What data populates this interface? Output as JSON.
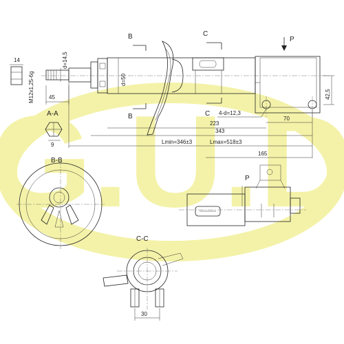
{
  "watermark": {
    "text": "G.U.D",
    "color": "#f4f2a8"
  },
  "colors": {
    "line": "#222222",
    "background": "#ffffff"
  },
  "main_view": {
    "section_markers": {
      "b_top": "B",
      "b_bottom": "B",
      "c_top": "C",
      "c_bottom": "C",
      "p": "P"
    },
    "dims": {
      "top_width": "14",
      "rod_dia": "d=14,5",
      "thread": "M12x1,25-6g",
      "rod_length": "45",
      "body_dia": "d=50",
      "height": "42,5",
      "hole_dia": "4-d=12,3",
      "d223": "223",
      "d70": "70",
      "d343": "343",
      "lmin": "Lmin=346±3",
      "lmax": "Lmax=518±3",
      "d165": "165"
    }
  },
  "section_aa": {
    "title": "A-A",
    "dim": "9"
  },
  "section_bb": {
    "title": "B-B"
  },
  "view_p": {
    "title": "P"
  },
  "section_cc": {
    "title": "C-C",
    "dim": "30"
  }
}
